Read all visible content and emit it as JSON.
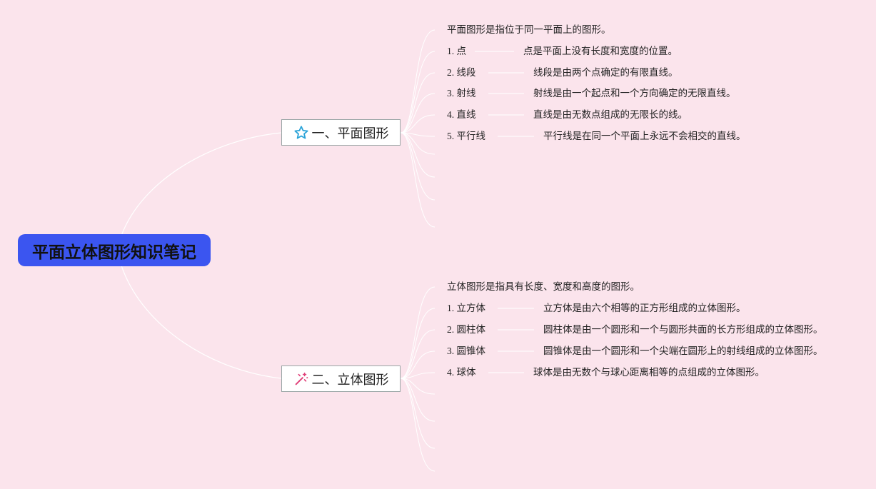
{
  "root": {
    "title": "平面立体图形知识笔记"
  },
  "branches": [
    {
      "title": "一、平面图形",
      "icon": "star-icon",
      "intro": "平面图形是指位于同一平面上的图形。",
      "items": [
        {
          "label": "1. 点",
          "desc": "点是平面上没有长度和宽度的位置。"
        },
        {
          "label": "2. 线段",
          "desc": "线段是由两个点确定的有限直线。"
        },
        {
          "label": "3. 射线",
          "desc": "射线是由一个起点和一个方向确定的无限直线。"
        },
        {
          "label": "4. 直线",
          "desc": "直线是由无数点组成的无限长的线。"
        },
        {
          "label": "5. 平行线",
          "desc": "平行线是在同一个平面上永远不会相交的直线。"
        }
      ]
    },
    {
      "title": "二、立体图形",
      "icon": "magic-wand-icon",
      "intro": "立体图形是指具有长度、宽度和高度的图形。",
      "items": [
        {
          "label": "1. 立方体",
          "desc": "立方体是由六个相等的正方形组成的立体图形。"
        },
        {
          "label": "2. 圆柱体",
          "desc": "圆柱体是由一个圆形和一个与圆形共面的长方形组成的立体图形。"
        },
        {
          "label": "3. 圆锥体",
          "desc": "圆锥体是由一个圆形和一个尖端在圆形上的射线组成的立体图形。"
        },
        {
          "label": "4. 球体",
          "desc": "球体是由无数个与球心距离相等的点组成的立体图形。"
        }
      ]
    }
  ],
  "colors": {
    "background": "#fbe4ec",
    "root_fill": "#3b55f0",
    "connector": "#ffffff",
    "star_icon": "#2aa3d8",
    "wand_icon": "#e0427a"
  }
}
